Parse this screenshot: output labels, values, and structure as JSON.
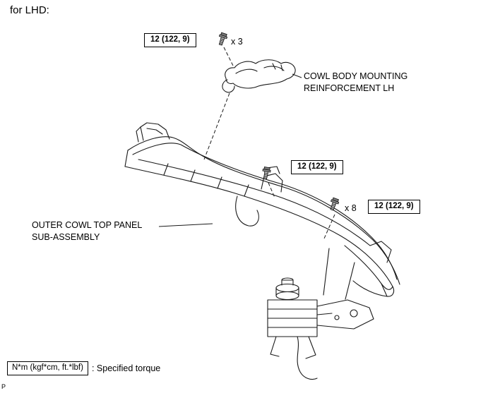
{
  "header": {
    "variant": "for LHD:"
  },
  "torque": {
    "specs": [
      {
        "value": "12 (122, 9)",
        "count": "x 3"
      },
      {
        "value": "12 (122, 9)",
        "count": ""
      },
      {
        "value": "12 (122, 9)",
        "count": "x 8"
      }
    ]
  },
  "labels": {
    "reinforcement": {
      "line1": "COWL BODY MOUNTING",
      "line2": "REINFORCEMENT LH"
    },
    "panel": {
      "line1": "OUTER COWL TOP PANEL",
      "line2": "SUB-ASSEMBLY"
    }
  },
  "footer": {
    "units": "N*m (kgf*cm, ft.*lbf)",
    "note": ": Specified torque",
    "marker": "P"
  }
}
